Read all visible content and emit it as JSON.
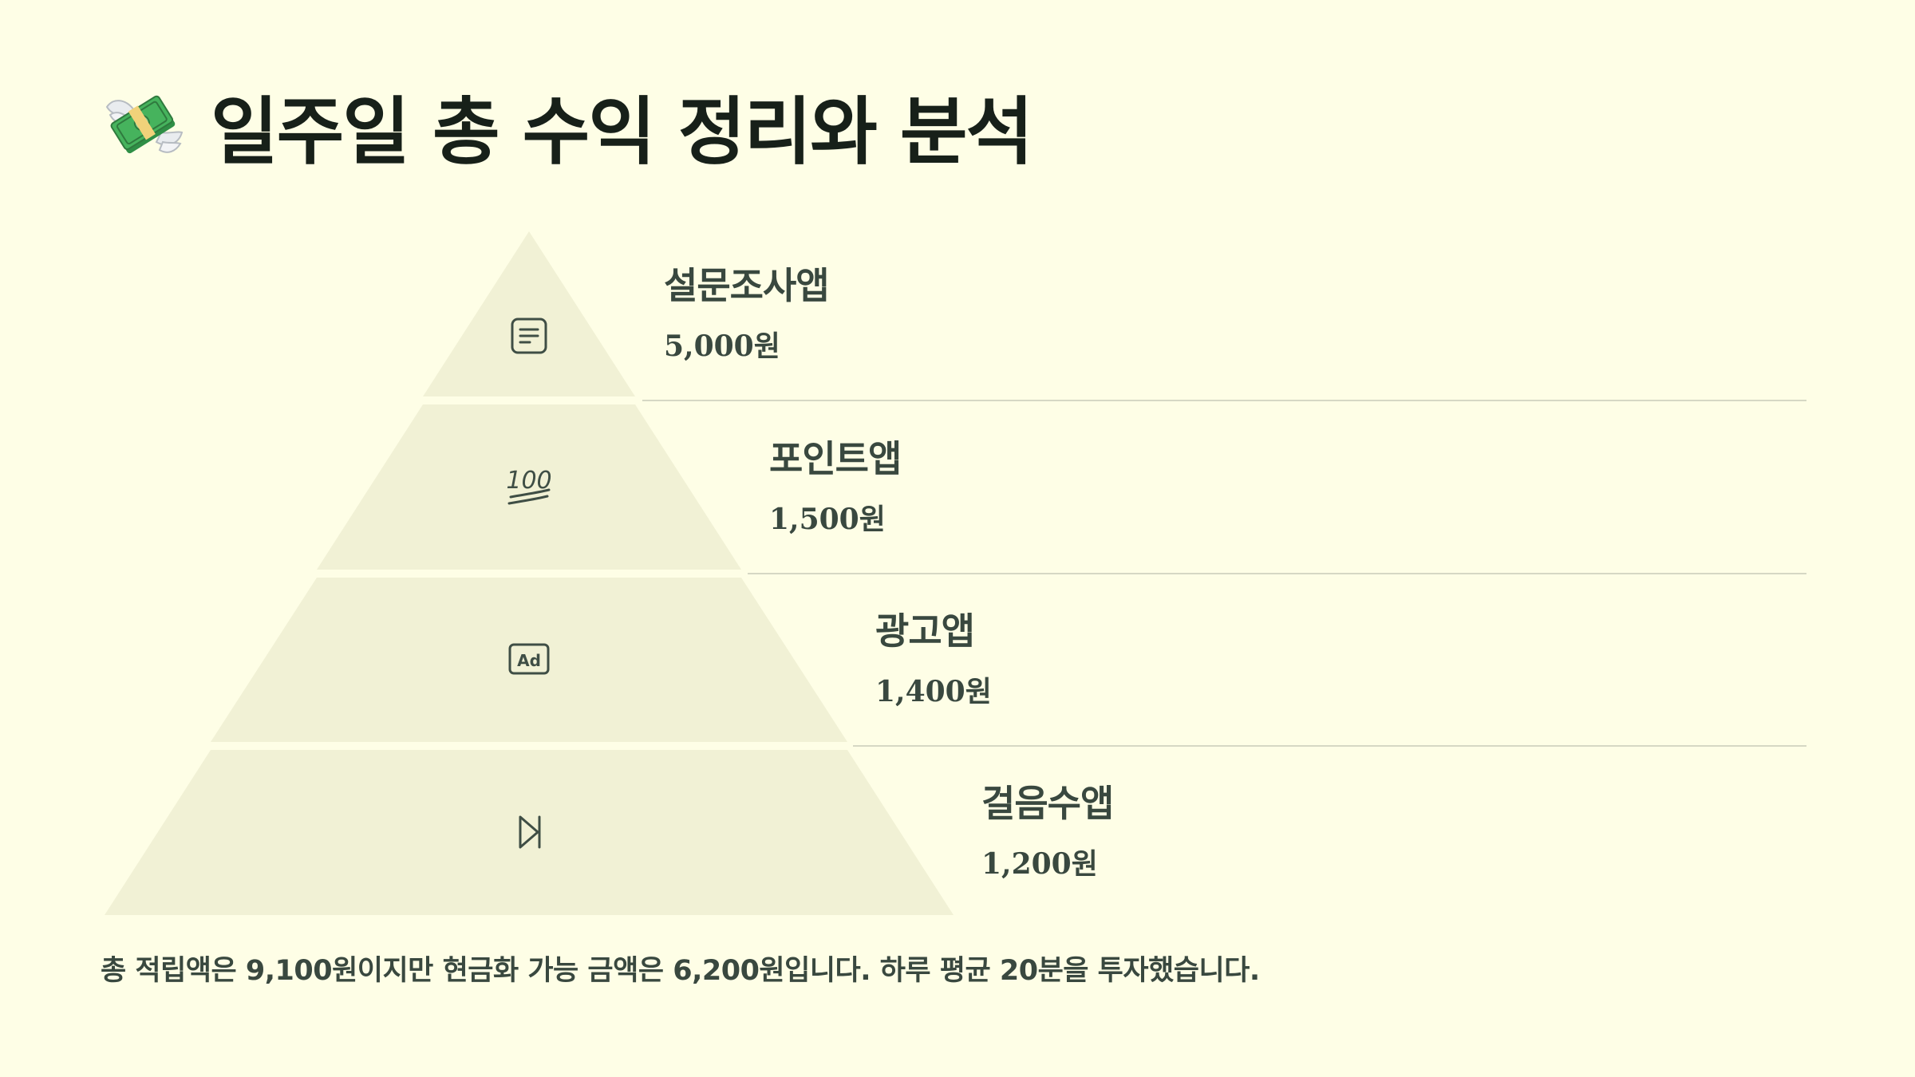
{
  "title": "일주일 총 수익 정리와 분석",
  "title_icon": "money-with-wings-icon",
  "colors": {
    "background": "#fefee6",
    "tier_fill": "#f1f1d5",
    "divider": "#d6d8c4",
    "text": "#39483f"
  },
  "tiers": [
    {
      "name": "설문조사앱",
      "value": "5,000원",
      "icon": "survey-document-icon"
    },
    {
      "name": "포인트앱",
      "value": "1,500원",
      "icon": "hundred-points-icon"
    },
    {
      "name": "광고앱",
      "value": "1,400원",
      "icon": "ad-icon"
    },
    {
      "name": "걸음수앱",
      "value": "1,200원",
      "icon": "play-next-icon"
    }
  ],
  "summary": "총 적립액은 9,100원이지만 현금화 가능 금액은 6,200원입니다. 하루 평균 20분을 투자했습니다."
}
